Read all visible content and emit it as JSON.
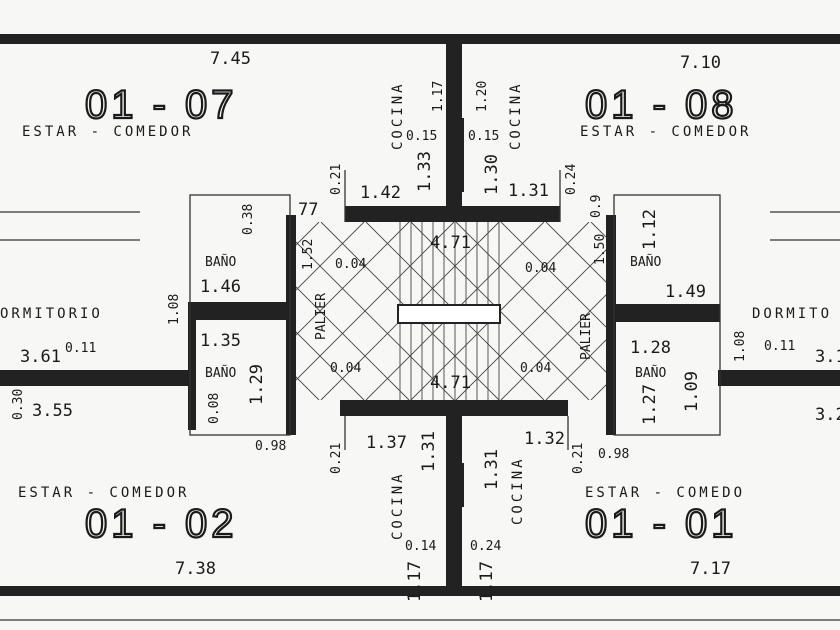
{
  "units": {
    "u0107": {
      "number": "01 - 07",
      "room": "ESTAR - COMEDOR",
      "width": "7.45"
    },
    "u0108": {
      "number": "01 - 08",
      "room": "ESTAR - COMEDOR",
      "width": "7.10"
    },
    "u0102": {
      "number": "01 - 02",
      "room": "ESTAR - COMEDOR",
      "width": "7.38"
    },
    "u0101": {
      "number": "01 - 01",
      "room": "ESTAR - COMEDO",
      "width": "7.17"
    }
  },
  "left": {
    "dormitorio": "ORMITORIO",
    "d1": "3.61",
    "d2": "0.11",
    "d3": "3.55",
    "d4": "0.30",
    "bano_top": "BAÑO",
    "bano_top_dim": "1.46",
    "bano_top_v": "0.38",
    "bano_bot": "BAÑO",
    "bano_bot_dim": "1.35",
    "bano_bot_v": "1.29",
    "wall_v": "1.08",
    "small_v": "0.08",
    "bottom": "0.98"
  },
  "right": {
    "dormitorio": "DORMITO",
    "d1": "3.1",
    "d2": "0.11",
    "d3": "3.2",
    "bano_top": "BAÑO",
    "bano_top_dim": "1.49",
    "bano_top_v": "1.12",
    "bano_bot": "BAÑO",
    "bano_bot_dim": "1.28",
    "bano_bot_v": "1.27",
    "bano_bot_v2": "1.09",
    "wall_v": "1.08",
    "bottom": "0.98",
    "top_small": "0.9"
  },
  "core": {
    "kitchen_label": "COCINA",
    "top": {
      "k1": "1.17",
      "k2": "1.20",
      "k3": "0.15",
      "k4": "1.33",
      "k5": "1.30",
      "k6": "0.15",
      "w1": "1.42",
      "w2": "1.31",
      "s1": "0.21",
      "s2": "0.24",
      "s3": "77"
    },
    "bottom": {
      "k1": "1.17",
      "k2": "1.17",
      "k3": "0.14",
      "k4": "0.24",
      "k5": "1.31",
      "k6": "1.31",
      "w1": "1.37",
      "w2": "1.32",
      "s1": "0.21",
      "s2": "0.21"
    },
    "palier": "PALIER",
    "palier_dims": [
      "1.52",
      "1.50",
      "0.04",
      "0.04",
      "0.04",
      "0.04"
    ],
    "stair_top": "4.71",
    "stair_bot": "4.71"
  }
}
